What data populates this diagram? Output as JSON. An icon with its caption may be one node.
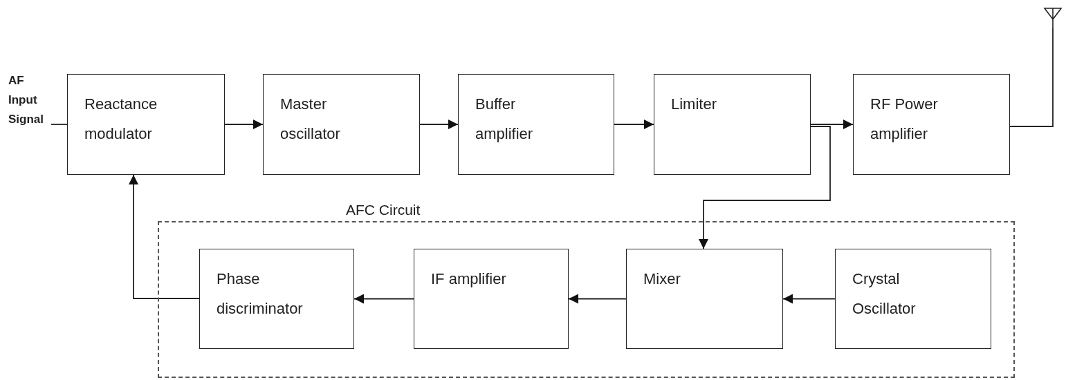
{
  "diagram": {
    "nodes": [
      {
        "text": [
          "AF Input Signal"
        ]
      },
      {
        "text": [
          "Reactance modulator"
        ]
      },
      {
        "text": [
          "Master oscillator"
        ]
      },
      {
        "text": [
          "Buffer amplifier"
        ]
      },
      {
        "text": [
          "Limiter"
        ]
      },
      {
        "text": [
          "RF Power amplifier"
        ]
      },
      {
        "text": [],
        "shape": "antenna"
      },
      {
        "text": [
          "AFC Circuit"
        ]
      },
      {
        "text": [
          "Phase discriminator"
        ],
        "in": 7
      },
      {
        "text": [
          "IF amplifier"
        ],
        "in": 7
      },
      {
        "text": [
          "Mixer"
        ],
        "in": 7
      },
      {
        "text": [
          "Crystal Oscillator"
        ],
        "in": 7
      }
    ],
    "edges": [
      {
        "from": 0,
        "to": 1,
        "arrow": "none"
      },
      {
        "from": 1,
        "to": 2,
        "arrow": "to"
      },
      {
        "from": 2,
        "to": 3,
        "arrow": "to"
      },
      {
        "from": 3,
        "to": 4,
        "arrow": "to"
      },
      {
        "from": 4,
        "to": 5,
        "arrow": "to"
      },
      {
        "from": 4,
        "to": 10,
        "arrow": "to"
      },
      {
        "from": 5,
        "to": 6,
        "arrow": "none"
      },
      {
        "from": 11,
        "to": 10,
        "arrow": "to"
      },
      {
        "from": 10,
        "to": 9,
        "arrow": "to"
      },
      {
        "from": 9,
        "to": 8,
        "arrow": "to"
      },
      {
        "from": 8,
        "to": 1,
        "arrow": "to"
      }
    ]
  }
}
